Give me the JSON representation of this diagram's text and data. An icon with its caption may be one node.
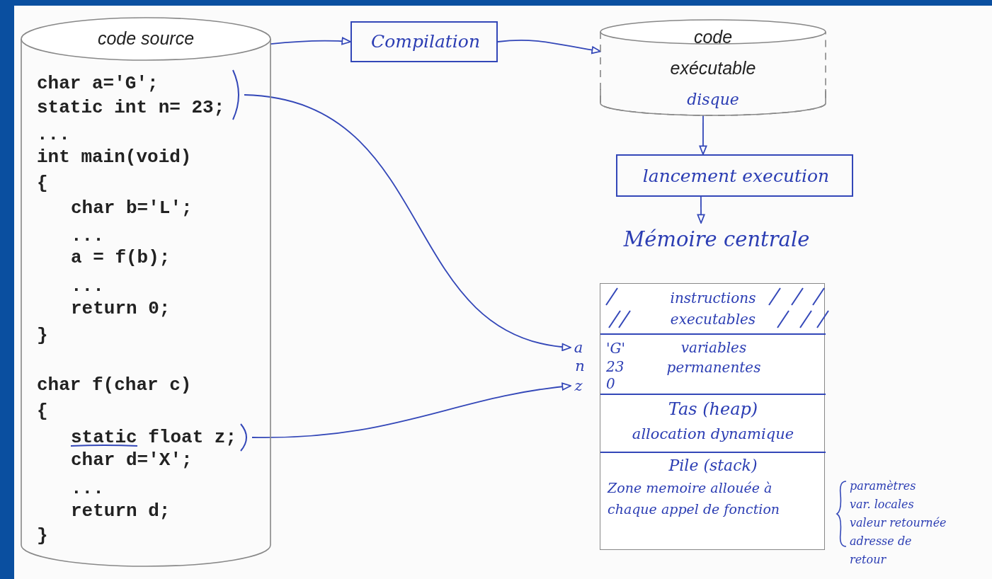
{
  "diagram": {
    "nodes": [
      {
        "text": [
          "code source",
          "...",
          "int main(void)",
          "{",
          "char b='L';",
          "...",
          "a = f(b);",
          "...",
          "return 0;",
          "}",
          "char f(char c)",
          "{",
          "char d='X';",
          "...",
          "return d;",
          "}"
        ]
      },
      {
        "text": [
          "char a='G';",
          "static int n= 23;"
        ],
        "in": 0
      },
      {
        "text": [
          "static float z;"
        ],
        "in": 0
      },
      {
        "text": [
          "Compilation"
        ]
      },
      {
        "text": [
          "code exécutable",
          "disque"
        ]
      },
      {
        "text": [
          "lancement execution"
        ]
      },
      {
        "text": [
          "Mémoire centrale"
        ]
      },
      {
        "text": [],
        "shape": "box"
      },
      {
        "text": [
          "instructions executables"
        ],
        "in": 7
      },
      {
        "text": [
          "'G'",
          "23",
          "0",
          "variables permanentes"
        ],
        "in": 7
      },
      {
        "text": [
          "Tas (heap)",
          "allocation dynamique"
        ],
        "in": 7
      },
      {
        "text": [
          "Pile (stack)",
          "Zone memoire allouée à chaque appel de fonction"
        ],
        "in": 7,
        "beside": [
          "paramètres",
          "var. locales",
          "valeur retournée",
          "adresse de retour"
        ]
      },
      {
        "text": [
          "a"
        ]
      },
      {
        "text": [
          "z"
        ]
      }
    ],
    "edges": [
      {
        "from": 0,
        "to": 3,
        "arrow": "to"
      },
      {
        "from": 3,
        "to": 4,
        "arrow": "to"
      },
      {
        "from": 4,
        "to": 5,
        "arrow": "to"
      },
      {
        "from": 5,
        "to": 6,
        "arrow": "to"
      },
      {
        "from": 1,
        "to": 12,
        "arrow": "to"
      },
      {
        "from": 2,
        "to": 13,
        "arrow": "to"
      }
    ],
    "labels": [
      "n"
    ]
  }
}
